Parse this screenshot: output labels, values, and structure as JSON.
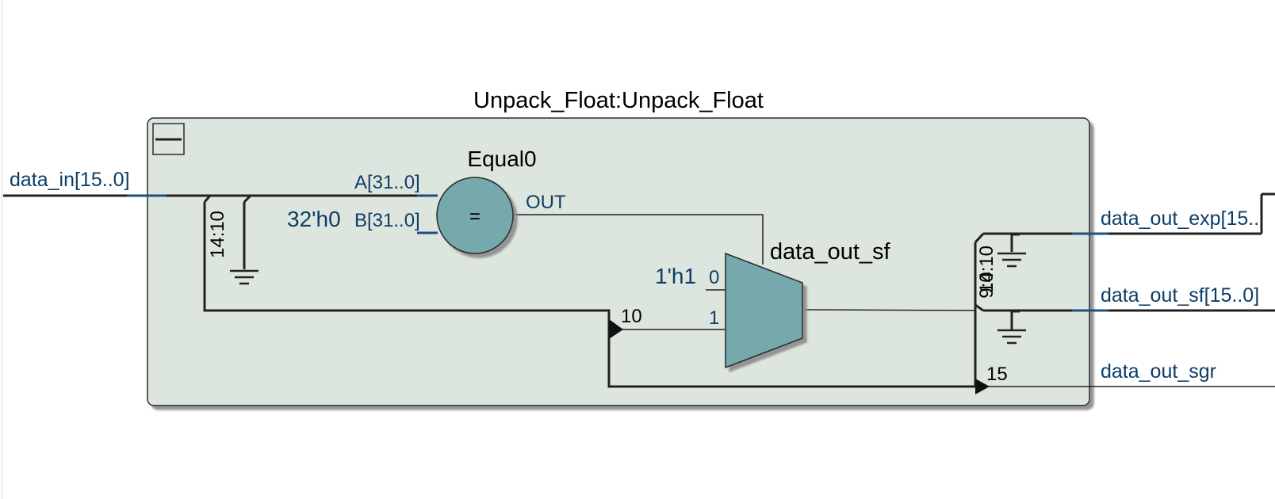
{
  "module": {
    "title": "Unpack_Float:Unpack_Float"
  },
  "ports": {
    "input": "data_in[15..0]",
    "out_exp": "data_out_exp[15..",
    "out_sf": "data_out_sf[15..0]",
    "out_sgr": "data_out_sgr"
  },
  "comparator": {
    "name": "Equal0",
    "symbol": "=",
    "in_a": "A[31..0]",
    "in_b": "B[31..0]",
    "out": "OUT",
    "const_b": "32'h0"
  },
  "mux": {
    "name": "data_out_sf",
    "const0": "1'h1",
    "sel0": "0",
    "sel1": "1"
  },
  "bus_labels": {
    "slice_in": "14:10",
    "bit_10": "10",
    "slice_exp": "14:10",
    "slice_sf": "9:0",
    "bit_15": "15"
  },
  "colors": {
    "module_fill": "#dde6de",
    "module_border": "#2b2b2b",
    "component_fill": "#74a9ab",
    "label_blue": "#0e3d66",
    "wire": "#222222",
    "port_stub": "#1f4f7a"
  }
}
